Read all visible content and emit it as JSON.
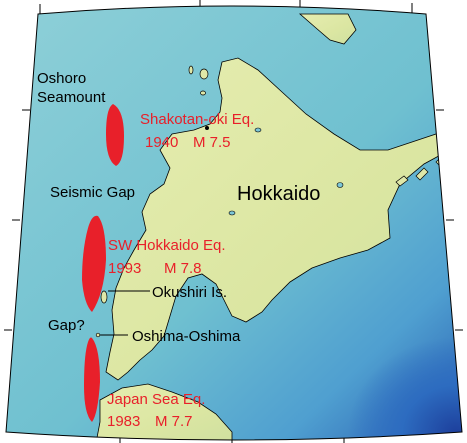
{
  "map": {
    "region_label": "Hokkaido",
    "features": [
      {
        "id": "oshoro",
        "lines": [
          "Oshoro",
          "Seamount"
        ]
      },
      {
        "id": "seismic-gap",
        "lines": [
          "Seismic Gap"
        ]
      },
      {
        "id": "okushiri",
        "lines": [
          "Okushiri Is."
        ]
      },
      {
        "id": "gap-q",
        "lines": [
          "Gap?"
        ]
      },
      {
        "id": "oshima",
        "lines": [
          "Oshima-Oshima"
        ]
      }
    ],
    "earthquakes": [
      {
        "id": "shakotan",
        "name": "Shakotan-oki Eq.",
        "year": "1940",
        "magnitude": "M 7.5"
      },
      {
        "id": "sw-hokkaido",
        "name": "SW Hokkaido Eq.",
        "year": "1993",
        "magnitude": "M 7.8"
      },
      {
        "id": "japan-sea",
        "name": "Japan Sea Eq.",
        "year": "1983",
        "magnitude": "M 7.7"
      }
    ],
    "colors": {
      "rupture_zone": "#e8202a",
      "label_red": "#e8202a",
      "label_dark": "#000000",
      "land": "#dfe8a8",
      "shallow_sea": "#7cc6d6",
      "deep_sea": "#2f6fb8"
    }
  }
}
